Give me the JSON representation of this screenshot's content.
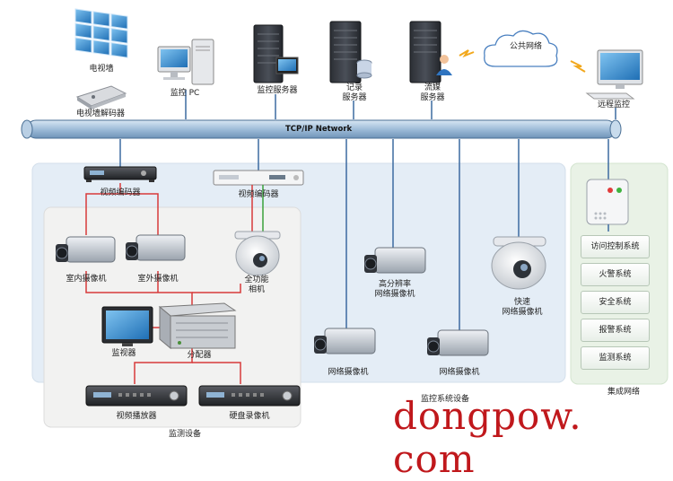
{
  "network": {
    "bus_label": "TCP/IP Network"
  },
  "top_devices": {
    "video_wall": "电视墙",
    "wall_decoder": "电视墙解码器",
    "monitor_pc": "监控 PC",
    "monitor_server": "监控服务器",
    "record_server": "记录\n服务器",
    "stream_server": "流媒\n服务器",
    "public_network": "公共网络",
    "remote_monitor": "远程监控"
  },
  "monitoring_system": {
    "group_label": "监控系统设备",
    "video_encoder_1": "视频编码器",
    "video_encoder_2": "视频编码器",
    "hd_network_camera": "高分辨率\n网络摄像机",
    "speed_dome_camera": "快速\n网络摄像机",
    "network_camera_1": "网络摄像机",
    "network_camera_2": "网络摄像机"
  },
  "monitoring_devices": {
    "group_label": "监测设备",
    "indoor_camera": "室内摄像机",
    "outdoor_camera": "室外摄像机",
    "multi_camera": "全功能\n相机",
    "monitor": "监视器",
    "distributor": "分配器",
    "video_player": "视频播放器",
    "dvr": "硬盘录像机"
  },
  "integration": {
    "group_label": "集成网络",
    "systems": [
      "访问控制系统",
      "火警系统",
      "安全系统",
      "报警系统",
      "监测系统"
    ]
  },
  "watermark": "dongpow. com",
  "colors": {
    "bus": "#9fbdd9",
    "bus_line": "#4a6f94",
    "red_wire": "#d83a3a",
    "green_wire": "#3aa13a",
    "blue_wire": "#3c6aa0",
    "panel_blue": "#e4edf6",
    "panel_green": "#e9f2e6"
  }
}
